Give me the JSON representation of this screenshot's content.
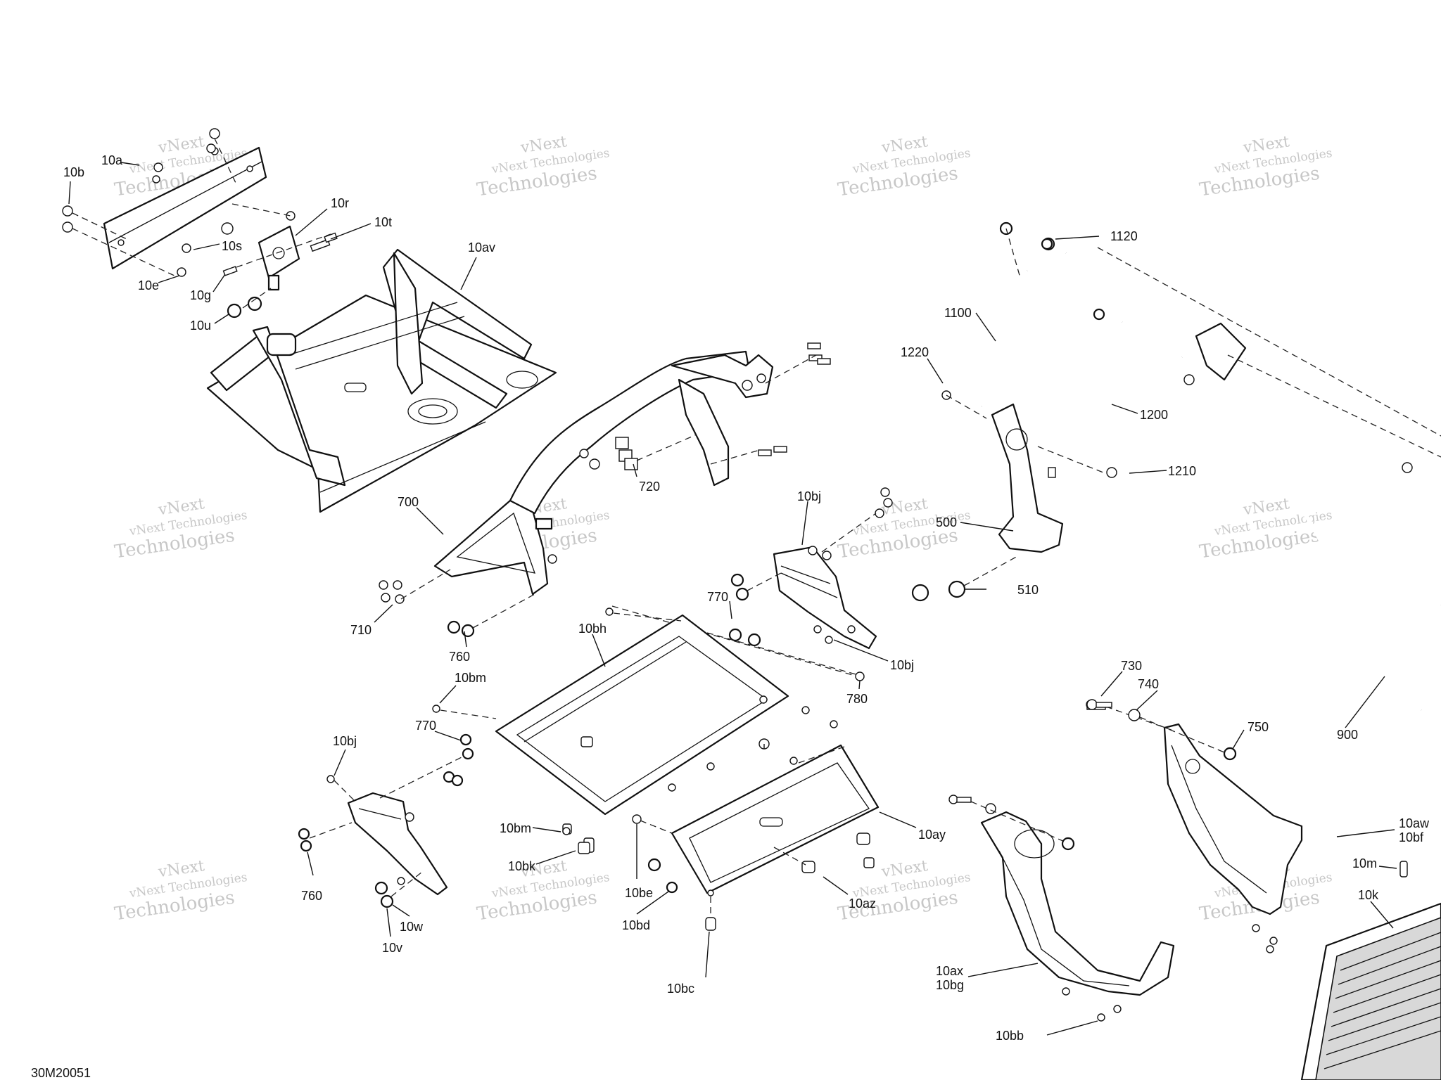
{
  "diagram_code": "30M20051",
  "watermark": {
    "line1": "vNext",
    "line2": "vNext Technologies",
    "line3": "Technologies"
  },
  "callouts": {
    "c10a": "10a",
    "c10b": "10b",
    "c10r": "10r",
    "c10t": "10t",
    "c10s": "10s",
    "c10e": "10e",
    "c10g": "10g",
    "c10u": "10u",
    "c10av": "10av",
    "c1120": "1120",
    "c1100": "1100",
    "c1220": "1220",
    "c1200": "1200",
    "c1210": "1210",
    "c500": "500",
    "c510": "510",
    "c700": "700",
    "c720": "720",
    "c710": "710",
    "c760a": "760",
    "c10bj_a": "10bj",
    "c770a": "770",
    "c10bj_b": "10bj",
    "c780": "780",
    "c10bh": "10bh",
    "c10bm_a": "10bm",
    "c770b": "770",
    "c10bj_c": "10bj",
    "c760b": "760",
    "c10bm_b": "10bm",
    "c10bk": "10bk",
    "c10w": "10w",
    "c10v": "10v",
    "c10be": "10be",
    "c10bd": "10bd",
    "c10bc": "10bc",
    "c10ay": "10ay",
    "c10az": "10az",
    "c730": "730",
    "c740": "740",
    "c750": "750",
    "c900": "900",
    "c10aw": "10aw",
    "c10bf": "10bf",
    "c10m": "10m",
    "c10k": "10k",
    "c10ax": "10ax",
    "c10bg": "10bg",
    "c10bb": "10bb"
  }
}
